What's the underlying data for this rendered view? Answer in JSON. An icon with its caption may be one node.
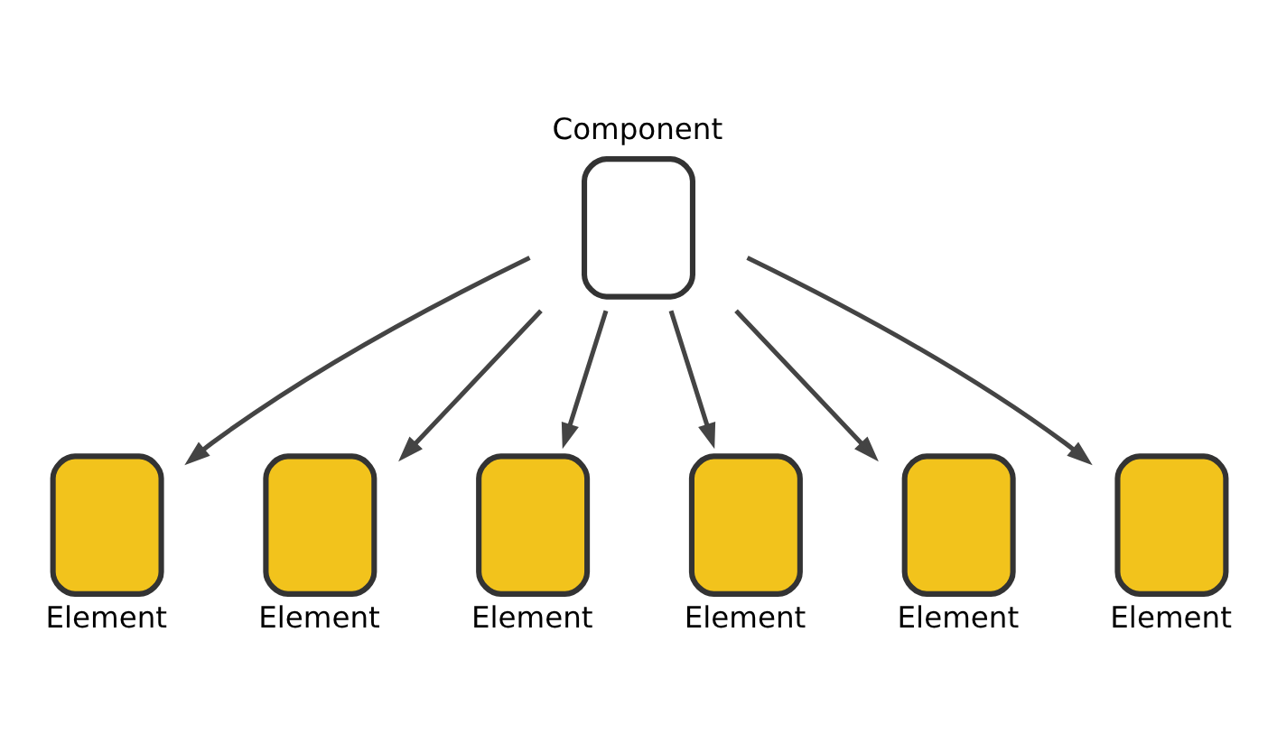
{
  "diagram": {
    "nodes": [
      {
        "text": [
          "Component"
        ]
      },
      {
        "text": [
          "Element"
        ]
      },
      {
        "text": [
          "Element"
        ]
      },
      {
        "text": [
          "Element"
        ]
      },
      {
        "text": [
          "Element"
        ]
      },
      {
        "text": [
          "Element"
        ]
      },
      {
        "text": [
          "Element"
        ]
      }
    ],
    "edges": [
      {
        "from": 0,
        "to": 1,
        "arrow": "to"
      },
      {
        "from": 0,
        "to": 2,
        "arrow": "to"
      },
      {
        "from": 0,
        "to": 3,
        "arrow": "to"
      },
      {
        "from": 0,
        "to": 4,
        "arrow": "to"
      },
      {
        "from": 0,
        "to": 5,
        "arrow": "to"
      },
      {
        "from": 0,
        "to": 6,
        "arrow": "to"
      }
    ]
  }
}
